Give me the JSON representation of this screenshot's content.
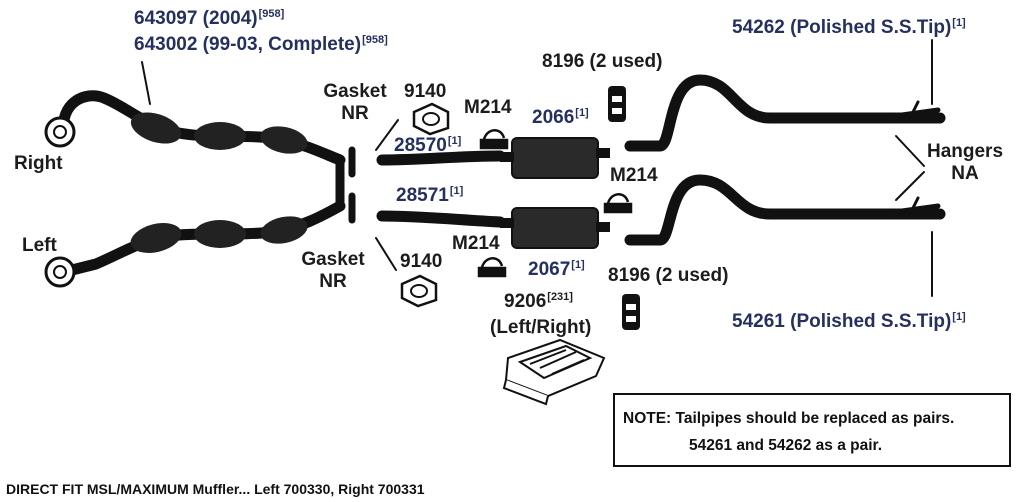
{
  "labels": {
    "p643097": {
      "text": "643097 (2004)",
      "sup": "[958]"
    },
    "p643002": {
      "text": "643002 (99-03, Complete)",
      "sup": "[958]"
    },
    "right": "Right",
    "left": "Left",
    "gasket_top_1": "Gasket",
    "gasket_top_2": "NR",
    "gasket_bot_1": "Gasket",
    "gasket_bot_2": "NR",
    "p9140_top": "9140",
    "p9140_bot": "9140",
    "p28570": {
      "text": "28570",
      "sup": "[1]"
    },
    "p28571": {
      "text": "28571",
      "sup": "[1]"
    },
    "m214_top": "M214",
    "m214_mid": "M214",
    "m214_bot": "M214",
    "p2066": {
      "text": "2066",
      "sup": "[1]"
    },
    "p2067": {
      "text": "2067",
      "sup": "[1]"
    },
    "p8196_top": "8196 (2 used)",
    "p8196_bot": "8196 (2 used)",
    "p9206": {
      "text": "9206",
      "sup": "[231]"
    },
    "p9206_sub": "(Left/Right)",
    "p54262": {
      "text": "54262 (Polished S.S.Tip)",
      "sup": "[1]"
    },
    "p54261": {
      "text": "54261 (Polished S.S.Tip)",
      "sup": "[1]"
    },
    "hangers_1": "Hangers",
    "hangers_2": "NA"
  },
  "note": {
    "line1": "NOTE: Tailpipes should be replaced as pairs.",
    "line2": "54261 and 54262 as a pair."
  },
  "footer": "DIRECT FIT MSL/MAXIMUM Muffler... Left 700330, Right 700331",
  "colors": {
    "part_number": "#25305f",
    "label": "#1c1c1c",
    "line": "#111111"
  }
}
